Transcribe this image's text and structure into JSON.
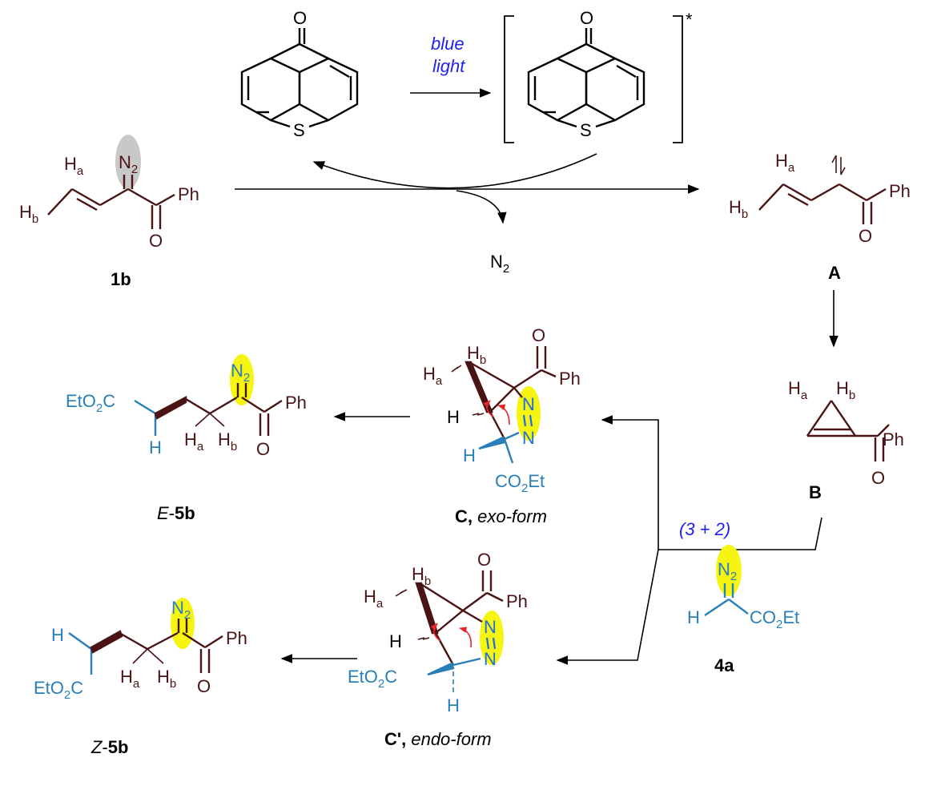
{
  "colors": {
    "bond_dark": "#4a1414",
    "bond_black": "#000000",
    "blue_text": "#2222ee",
    "teal": "#2a7fb8",
    "red_arrow": "#e8262a",
    "highlight_yellow": "#f5f511",
    "highlight_gray": "#c8c8c8"
  },
  "photocatalyst": {
    "ketone_o": "O",
    "ring_s": "S",
    "excited_mark": "*"
  },
  "condition": {
    "line1": "blue",
    "line2": "light"
  },
  "cycloaddition_label": "(3 + 2)",
  "byproduct": {
    "n": "N",
    "sub": "2"
  },
  "atoms": {
    "ha_main": "H",
    "ha_sub": "a",
    "hb_main": "H",
    "hb_sub": "b",
    "ph": "Ph",
    "o": "O",
    "n": "N",
    "n2_main": "N",
    "n2_sub": "2",
    "h": "H",
    "eto2c_a": "EtO",
    "eto2c_b": "2",
    "eto2c_c": "C",
    "co2et_a": "CO",
    "co2et_b": "2",
    "co2et_c": "Et"
  },
  "labels": {
    "cmpd_1b": "1b",
    "cmpd_A": "A",
    "cmpd_B": "B",
    "cmpd_4a": "4a",
    "cmpd_E5b_prefix": "E",
    "cmpd_E5b_dash": "-",
    "cmpd_E5b_bold": "5b",
    "cmpd_Z5b_prefix": "Z",
    "cmpd_Z5b_dash": "-",
    "cmpd_Z5b_bold": "5b",
    "cmpd_C_bold": "C,",
    "cmpd_C_form": " exo-form",
    "cmpd_Cp_bold": "C',",
    "cmpd_Cp_form": " endo-form"
  }
}
